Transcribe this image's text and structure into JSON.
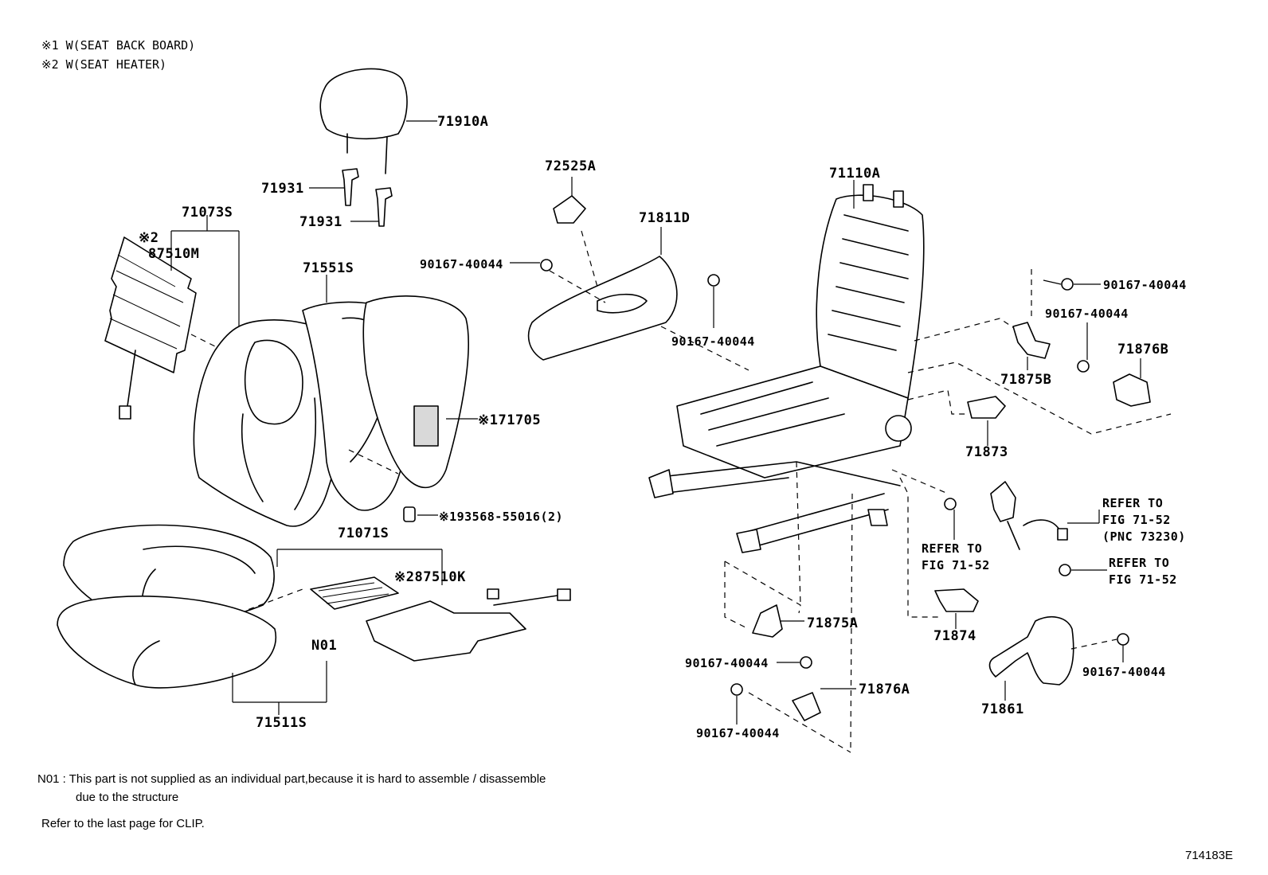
{
  "notes": {
    "note1": "※1 W(SEAT BACK BOARD)",
    "note2": "※2 W(SEAT HEATER)"
  },
  "callouts": {
    "p71910A": "71910A",
    "p71931_a": "71931",
    "p71931_b": "71931",
    "p71073S": "71073S",
    "mark2": "※2",
    "p87510M": "87510M",
    "p71551S": "71551S",
    "p171705": "※171705",
    "p193568": "※193568-55016(2)",
    "p71071S": "71071S",
    "p287510K": "※287510K",
    "n01": "N01",
    "p71511S": "71511S",
    "p72525A": "72525A",
    "p71811D": "71811D",
    "bolt_a": "90167-40044",
    "bolt_b": "90167-40044",
    "p71110A": "71110A",
    "bolt_c": "90167-40044",
    "bolt_d": "90167-40044",
    "p71875B": "71875B",
    "p71876B": "71876B",
    "p71873": "71873",
    "refer1_a": "REFER TO",
    "refer1_b": "FIG 71-52",
    "refer1_c": "(PNC 73230)",
    "refer2_a": "REFER TO",
    "refer2_b": "FIG 71-52",
    "refer3_a": "REFER TO",
    "refer3_b": "FIG 71-52",
    "p71874": "71874",
    "p71875A": "71875A",
    "bolt_e": "90167-40044",
    "p71876A": "71876A",
    "bolt_f": "90167-40044",
    "bolt_g": "90167-40044",
    "p71861": "71861"
  },
  "footnotes": {
    "n01_line1": "N01 : This part is not supplied as an individual part,because it is hard to assemble / disassemble",
    "n01_line2": "due to the structure",
    "clip": "Refer to the last page for CLIP."
  },
  "figure_id": "714183E"
}
